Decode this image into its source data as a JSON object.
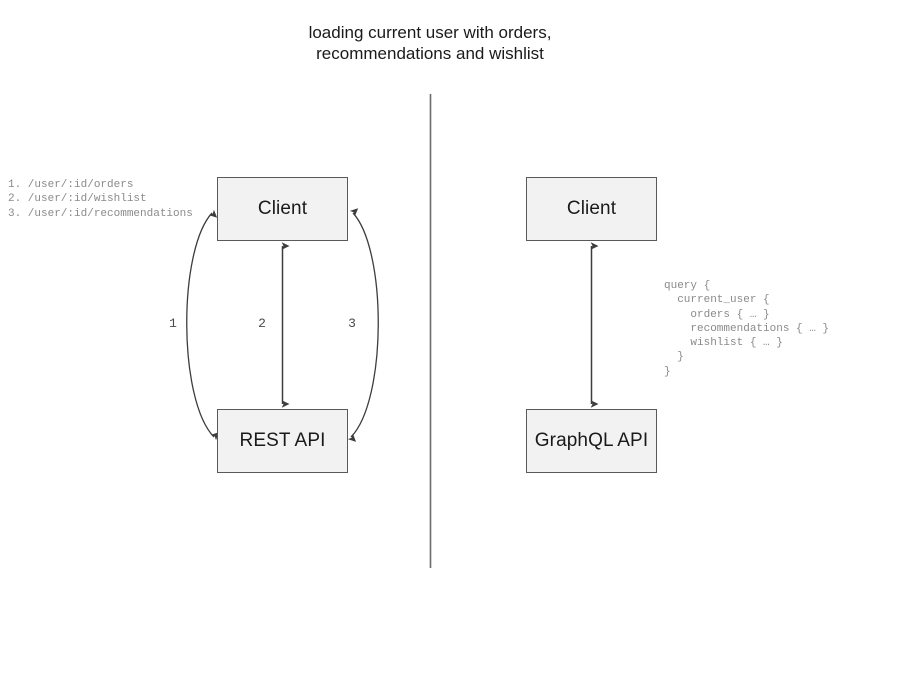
{
  "title": "loading current user with orders,\nrecommendations and wishlist",
  "colors": {
    "background": "#ffffff",
    "box_fill": "#f2f2f2",
    "box_border": "#58595b",
    "edge_stroke": "#3d3d3d",
    "divider": "#6b6b6b",
    "code_text": "#8a8a8a",
    "title_text": "#1a1a1a"
  },
  "rest_side": {
    "client_box_label": "Client",
    "api_box_label": "REST API",
    "endpoint_list": "1. /user/:id/orders\n2. /user/:id/wishlist\n3. /user/:id/recommendations",
    "endpoints": [
      {
        "number": "1",
        "path": "/user/:id/orders"
      },
      {
        "number": "2",
        "path": "/user/:id/wishlist"
      },
      {
        "number": "3",
        "path": "/user/:id/recommendations"
      }
    ],
    "edge_labels": [
      "1",
      "2",
      "3"
    ]
  },
  "graphql_side": {
    "client_box_label": "Client",
    "api_box_label": "GraphQL API",
    "query": "query {\n  current_user {\n    orders { … }\n    recommendations { … }\n    wishlist { … }\n  }\n}",
    "query_lines": [
      "query {",
      "  current_user {",
      "    orders { … }",
      "    recommendations { … }",
      "    wishlist { … }",
      "  }",
      "}"
    ]
  }
}
